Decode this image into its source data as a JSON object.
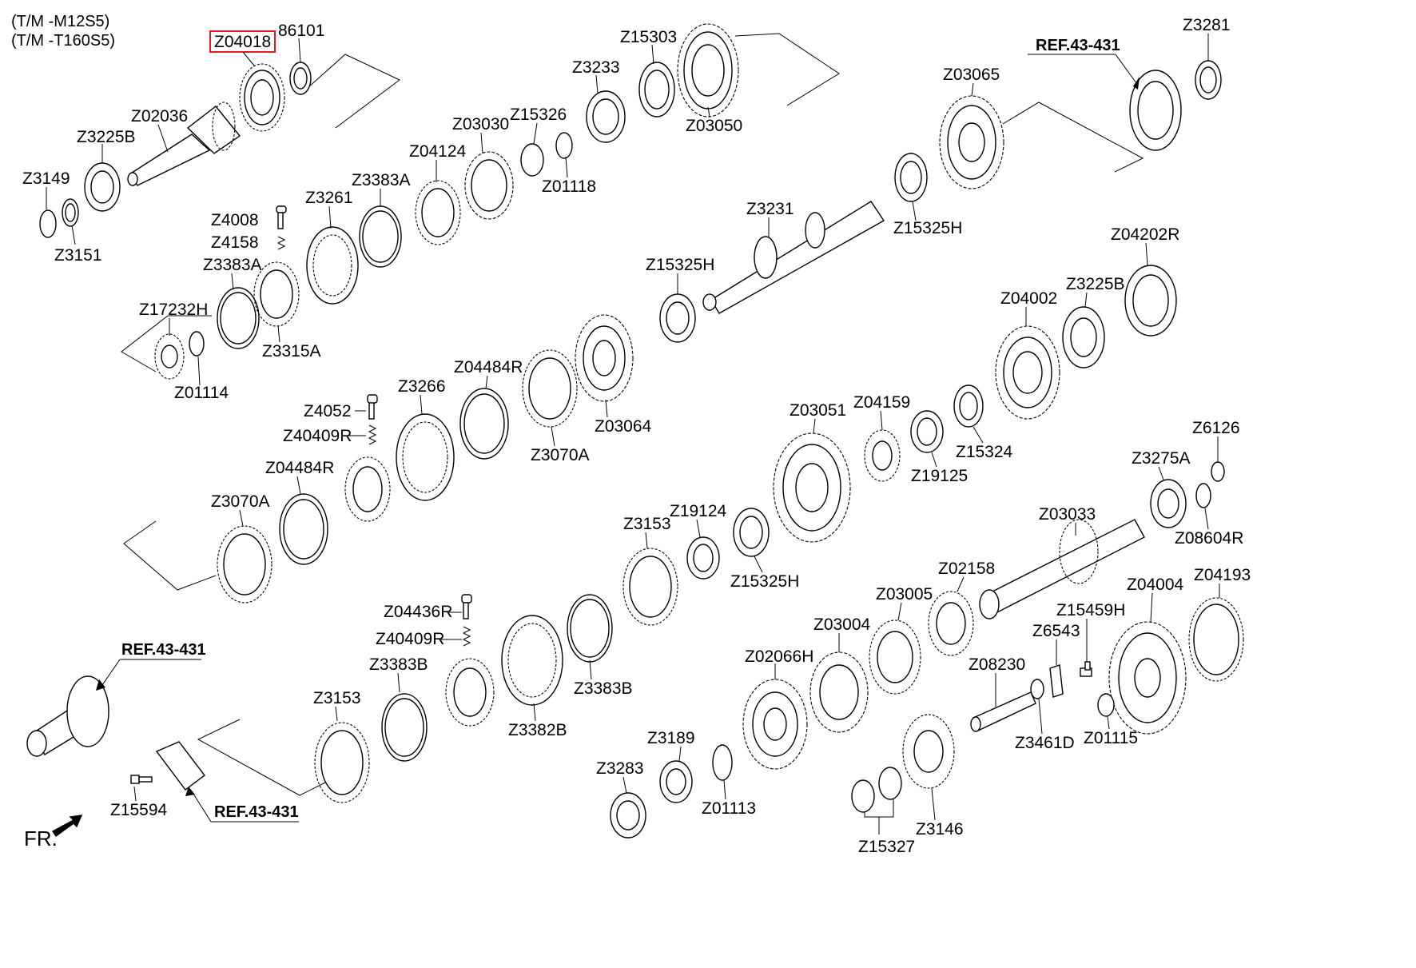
{
  "header": {
    "models": [
      "(T/M -M12S5)",
      "(T/M -T160S5)"
    ],
    "highlighted_part": "Z04018"
  },
  "references": [
    "REF.43-431",
    "REF.43-431",
    "REF.43-431"
  ],
  "front_label": "FR.",
  "parts": [
    {
      "id": "Z04018",
      "shape": "gear"
    },
    {
      "id": "86101",
      "shape": "ring"
    },
    {
      "id": "Z02036",
      "shape": "shaft"
    },
    {
      "id": "Z3225B",
      "shape": "bearing"
    },
    {
      "id": "Z3149",
      "shape": "ring"
    },
    {
      "id": "Z3151",
      "shape": "ring"
    },
    {
      "id": "Z15303",
      "shape": "bearing"
    },
    {
      "id": "Z03050",
      "shape": "gear"
    },
    {
      "id": "Z3233",
      "shape": "collar"
    },
    {
      "id": "Z03030",
      "shape": "gear"
    },
    {
      "id": "Z15326",
      "shape": "bearing"
    },
    {
      "id": "Z01118",
      "shape": "ring"
    },
    {
      "id": "Z04124",
      "shape": "gear"
    },
    {
      "id": "Z3383A",
      "shape": "ring"
    },
    {
      "id": "Z3261",
      "shape": "sleeve"
    },
    {
      "id": "Z4008",
      "shape": "pin"
    },
    {
      "id": "Z4158",
      "shape": "spring"
    },
    {
      "id": "Z3383A",
      "shape": "ring"
    },
    {
      "id": "Z3315A",
      "shape": "gear"
    },
    {
      "id": "Z17232H",
      "shape": "gear"
    },
    {
      "id": "Z01114",
      "shape": "ring"
    },
    {
      "id": "Z3281",
      "shape": "bearing"
    },
    {
      "id": "Z03065",
      "shape": "gear"
    },
    {
      "id": "Z3231",
      "shape": "shaft"
    },
    {
      "id": "Z15325H",
      "shape": "bearing"
    },
    {
      "id": "Z15325H",
      "shape": "bearing"
    },
    {
      "id": "Z04202R",
      "shape": "ring"
    },
    {
      "id": "Z3225B",
      "shape": "bearing"
    },
    {
      "id": "Z04002",
      "shape": "gear"
    },
    {
      "id": "Z03064",
      "shape": "gear"
    },
    {
      "id": "Z04484R",
      "shape": "ring"
    },
    {
      "id": "Z3070A",
      "shape": "gear"
    },
    {
      "id": "Z3266",
      "shape": "sleeve"
    },
    {
      "id": "Z4052",
      "shape": "pin"
    },
    {
      "id": "Z40409R",
      "shape": "spring"
    },
    {
      "id": "Z04484R",
      "shape": "ring"
    },
    {
      "id": "Z3070A",
      "shape": "gear"
    },
    {
      "id": "Z03051",
      "shape": "gear"
    },
    {
      "id": "Z04159",
      "shape": "gear"
    },
    {
      "id": "Z19125",
      "shape": "collar"
    },
    {
      "id": "Z15324",
      "shape": "bearing"
    },
    {
      "id": "Z6126",
      "shape": "ring"
    },
    {
      "id": "Z3275A",
      "shape": "bearing"
    },
    {
      "id": "Z08604R",
      "shape": "ring"
    },
    {
      "id": "Z03033",
      "shape": "shaft"
    },
    {
      "id": "Z19124",
      "shape": "collar"
    },
    {
      "id": "Z3153",
      "shape": "gear"
    },
    {
      "id": "Z15325H",
      "shape": "bearing"
    },
    {
      "id": "Z02158",
      "shape": "gear"
    },
    {
      "id": "Z03005",
      "shape": "gear"
    },
    {
      "id": "Z03004",
      "shape": "gear"
    },
    {
      "id": "Z04004",
      "shape": "gear"
    },
    {
      "id": "Z04193",
      "shape": "gear"
    },
    {
      "id": "Z15459H",
      "shape": "bolt"
    },
    {
      "id": "Z6543",
      "shape": "plate"
    },
    {
      "id": "Z08230",
      "shape": "shaft"
    },
    {
      "id": "Z3461D",
      "shape": "ring"
    },
    {
      "id": "Z01115",
      "shape": "ring"
    },
    {
      "id": "Z04436R",
      "shape": "pin"
    },
    {
      "id": "Z40409R",
      "shape": "spring"
    },
    {
      "id": "Z3383B",
      "shape": "ring"
    },
    {
      "id": "Z3383B",
      "shape": "ring"
    },
    {
      "id": "Z3382B",
      "shape": "sleeve"
    },
    {
      "id": "Z3153",
      "shape": "gear"
    },
    {
      "id": "Z02066H",
      "shape": "gear"
    },
    {
      "id": "Z3189",
      "shape": "bearing"
    },
    {
      "id": "Z01113",
      "shape": "ring"
    },
    {
      "id": "Z3283",
      "shape": "bearing"
    },
    {
      "id": "Z3146",
      "shape": "gear"
    },
    {
      "id": "Z15327",
      "shape": "bearing"
    },
    {
      "id": "Z15594",
      "shape": "bolt"
    }
  ]
}
